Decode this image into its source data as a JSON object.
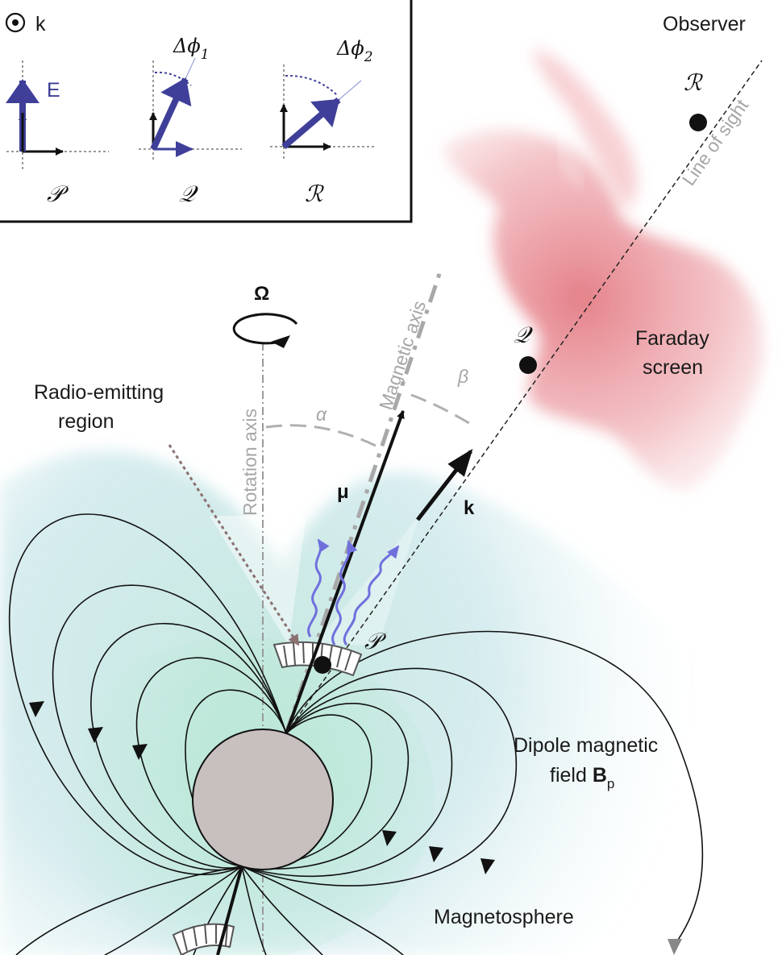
{
  "inset": {
    "legend_k": "k",
    "e_label": "E",
    "panel_P": "𝒫",
    "panel_Q": "𝒬",
    "panel_R": "ℛ",
    "dphi1_base": "Δϕ",
    "dphi1_sub": "1",
    "dphi2_base": "Δϕ",
    "dphi2_sub": "2"
  },
  "labels": {
    "observer": "Observer",
    "point_R": "ℛ",
    "line_of_sight": "Line of sight",
    "omega": "Ω",
    "magnetic_axis": "Magnetic axis",
    "point_Q": "𝒬",
    "beta": "β",
    "faraday_screen_1": "Faraday",
    "faraday_screen_2": "screen",
    "radio_region_1": "Radio-emitting",
    "radio_region_2": "region",
    "rotation_axis": "Rotation axis",
    "alpha": "α",
    "mu": "μ",
    "k_vector": "k",
    "point_P": "𝒫",
    "dipole_1": "Dipole magnetic",
    "dipole_2_prefix": "field ",
    "dipole_B": "B",
    "dipole_sub": "p",
    "magnetosphere": "Magnetosphere"
  },
  "colors": {
    "faraday_screen": "#e06a74",
    "magnetosphere": "#7fc8c8",
    "star": "#c8bfbf",
    "e_vector": "#3f3f9a",
    "radio_waves": "#7070dd",
    "axis_grey": "#a8a8a8",
    "region_arrow": "#8a7070"
  }
}
